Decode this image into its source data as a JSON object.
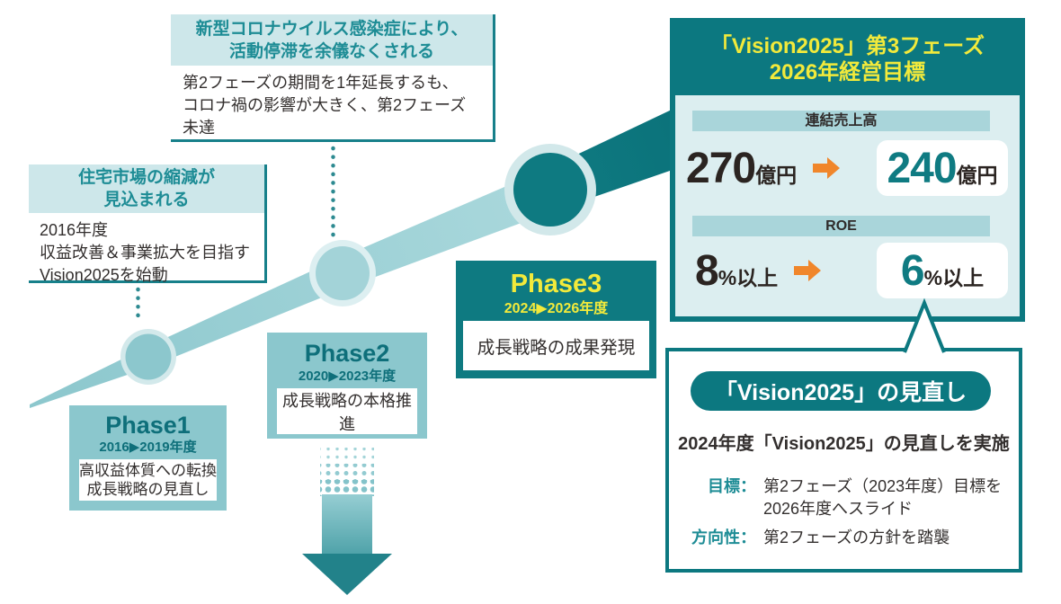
{
  "colors": {
    "dark_teal": "#0c7880",
    "medium_teal": "#8bc7cd",
    "light_teal_bg": "#cde7ea",
    "goal_body_bg": "#dceef0",
    "metric_bar_bg": "#a9d5da",
    "accent_yellow": "#f2ea3b",
    "accent_orange": "#f0862b",
    "teal_text": "#1d8c95",
    "dark_text": "#332f2e"
  },
  "callout_covid": {
    "title_line1": "新型コロナウイルス感染症により、",
    "title_line2": "活動停滞を余儀なくされる",
    "body": "第2フェーズの期間を1年延長するも、\nコロナ禍の影響が大きく、第2フェーズ\n未達"
  },
  "callout_housing": {
    "title_line1": "住宅市場の縮減が",
    "title_line2": "見込まれる",
    "body": "2016年度\n収益改善＆事業拡大を目指す\nVision2025を始動"
  },
  "phases": [
    {
      "name": "Phase1",
      "period": "2016▶2019年度",
      "description": "高収益体質への転換\n成長戦略の見直し"
    },
    {
      "name": "Phase2",
      "period": "2020▶2023年度",
      "description": "成長戦略の本格推進"
    },
    {
      "name": "Phase3",
      "period": "2024▶2026年度",
      "description": "成長戦略の成果発現"
    }
  ],
  "goal_box": {
    "title_line1": "「Vision2025」第3フェーズ",
    "title_line2": "2026年経営目標",
    "metrics": [
      {
        "label": "連結売上高",
        "before_value": "270",
        "before_unit": "億円",
        "after_value": "240",
        "after_unit": "億円"
      },
      {
        "label": "ROE",
        "before_value": "8",
        "before_unit": "%以上",
        "after_value": "6",
        "after_unit": "%以上"
      }
    ]
  },
  "review_box": {
    "title": "「Vision2025」の見直し",
    "subtitle": "2024年度「Vision2025」の見直しを実施",
    "items": [
      {
        "label": "目標：",
        "text": "第2フェーズ（2023年度）目標を\n2026年度へスライド"
      },
      {
        "label": "方向性：",
        "text": "第2フェーズの方針を踏襲"
      }
    ]
  }
}
